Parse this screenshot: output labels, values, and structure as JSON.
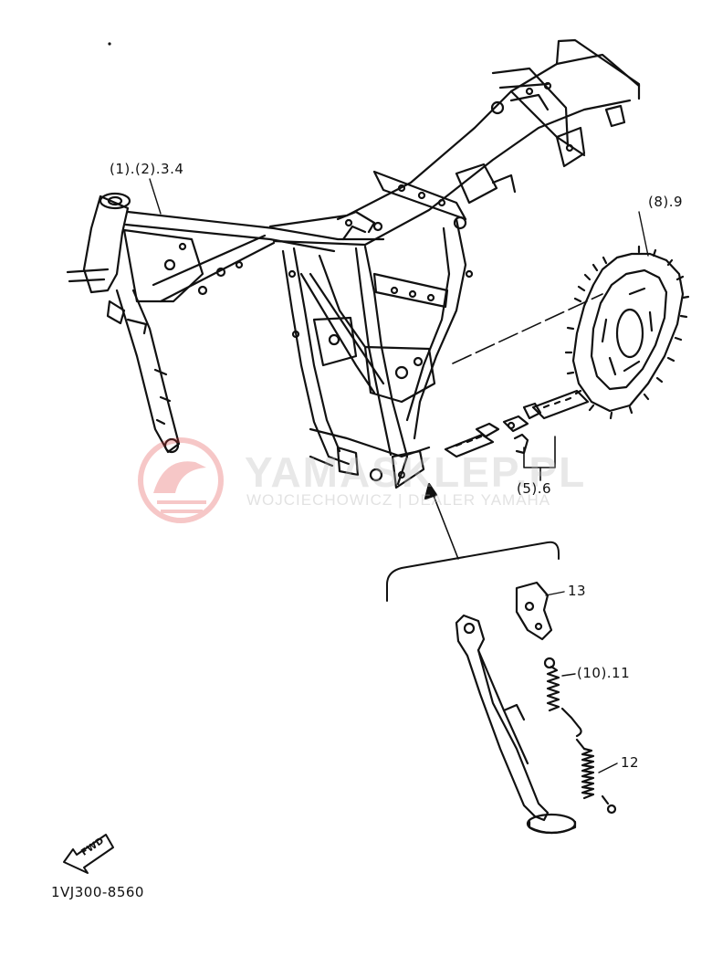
{
  "labels": {
    "frame": "(1).(2).3.4",
    "sprocket": "(8).9",
    "chain": "(5).6",
    "plate": "13",
    "spring_a": "(10).11",
    "spring_b": "12"
  },
  "fwd_arrow_text": "FWD",
  "diagram_code": "1VJ300-8560",
  "watermark": {
    "title": "YAMASKLEP.PL",
    "subtitle": "WOJCIECHOWICZ | DEALER YAMAHA",
    "logo_color": "#e23a3a"
  }
}
